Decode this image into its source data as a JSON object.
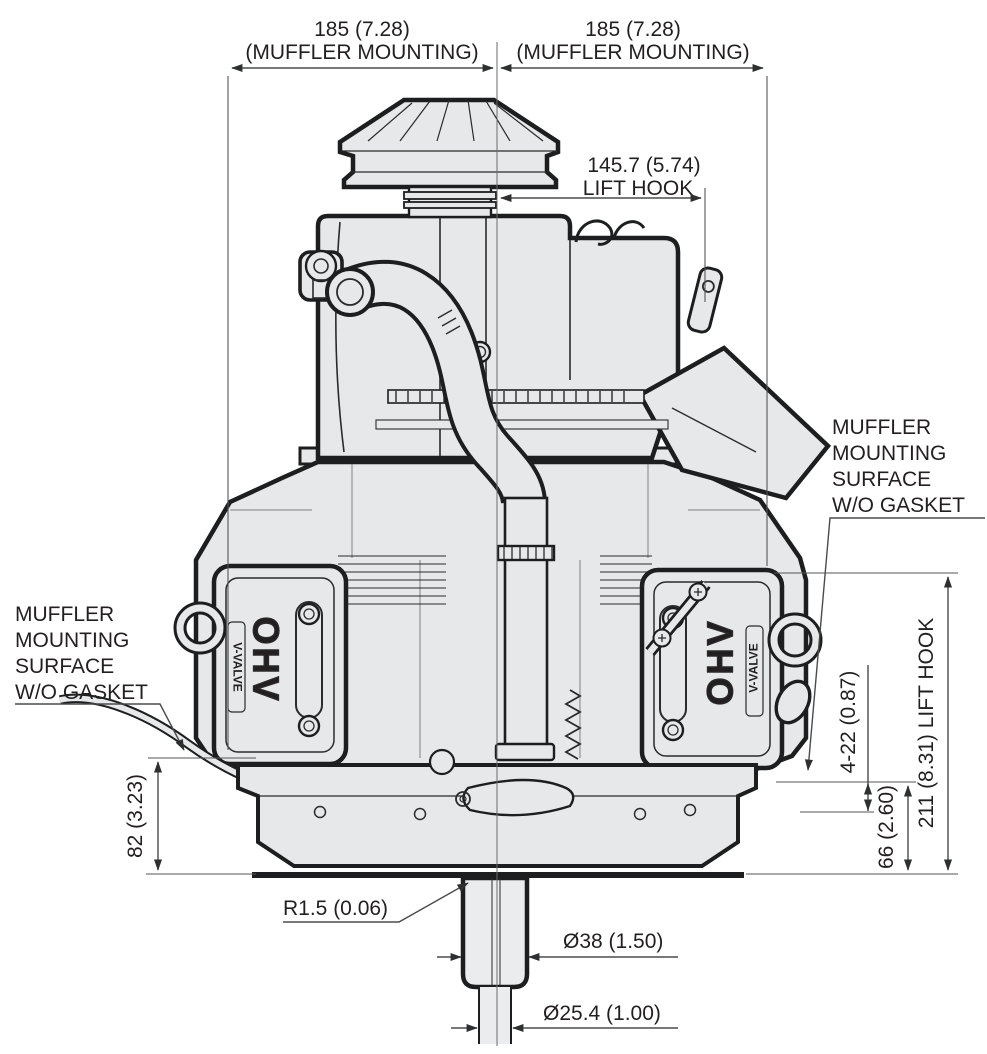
{
  "drawing": {
    "type": "engine dimensional drawing (front view)",
    "units": "mm (in)"
  },
  "dimensions": {
    "top_left": {
      "value": "185 (7.28)",
      "label": "(MUFFLER MOUNTING)"
    },
    "top_right": {
      "value": "185 (7.28)",
      "label": "(MUFFLER MOUNTING)"
    },
    "lift_hook_offset": {
      "value": "145.7 (5.74)",
      "label": "LIFT HOOK"
    },
    "left_height": "82 (3.23)",
    "muffler_hole": "4-22 (0.87)",
    "pto_boss_height": "66 (2.60)",
    "lift_hook_height": "211 (8.31) LIFT HOOK",
    "shaft_fillet": "R1.5 (0.06)",
    "shaft_step_diameter": "Ø38 (1.50)",
    "shaft_diameter": "Ø25.4 (1.00)"
  },
  "callouts": {
    "muffler_left": [
      "MUFFLER",
      "MOUNTING",
      "SURFACE",
      "W/O GASKET"
    ],
    "muffler_right": [
      "MUFFLER",
      "MOUNTING",
      "SURFACE",
      "W/O GASKET"
    ]
  },
  "engine_markings": {
    "ohv": "OHV",
    "v_valve": "V-VALVE"
  },
  "colors": {
    "line": "#231f20",
    "dimension_line": "#4a4b4d",
    "engine_fill": "#e7e8e9",
    "background": "#ffffff"
  }
}
